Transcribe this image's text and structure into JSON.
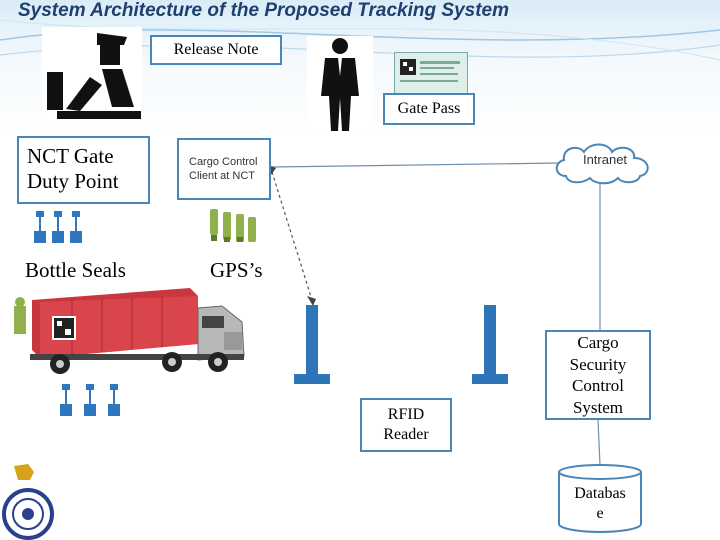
{
  "title": "System Architecture of the Proposed Tracking System",
  "labels": {
    "release_note": "Release Note",
    "gate_pass": "Gate Pass",
    "nct_gate_line1": "NCT Gate",
    "nct_gate_line2": "Duty Point",
    "cargo_client_line1": "Cargo Control",
    "cargo_client_line2": "Client at NCT",
    "intranet": "Intranet",
    "bottle_seals": "Bottle Seals",
    "gps": "GPS’s",
    "rfid_line1": "RFID",
    "rfid_line2": "Reader",
    "cscs_line1": "Cargo",
    "cscs_line2": "Security",
    "cscs_line3": "Control",
    "cscs_line4": "System",
    "database_line1": "Databas",
    "database_line2": "e"
  },
  "colors": {
    "title": "#1f3f6e",
    "box_border": "#4a86b8",
    "seal_blue": "#2f76c0",
    "gps_green": "#8fb04a",
    "truck_red": "#c8373e",
    "reader_blue": "#2d74b8"
  },
  "icons": [
    "customs-officer-icon",
    "businessman-icon",
    "gate-pass-card-icon",
    "bottle-seal-icon",
    "gps-device-icon",
    "truck-icon",
    "rfid-reader-icon",
    "cloud-icon",
    "database-icon",
    "emblem-logo"
  ]
}
